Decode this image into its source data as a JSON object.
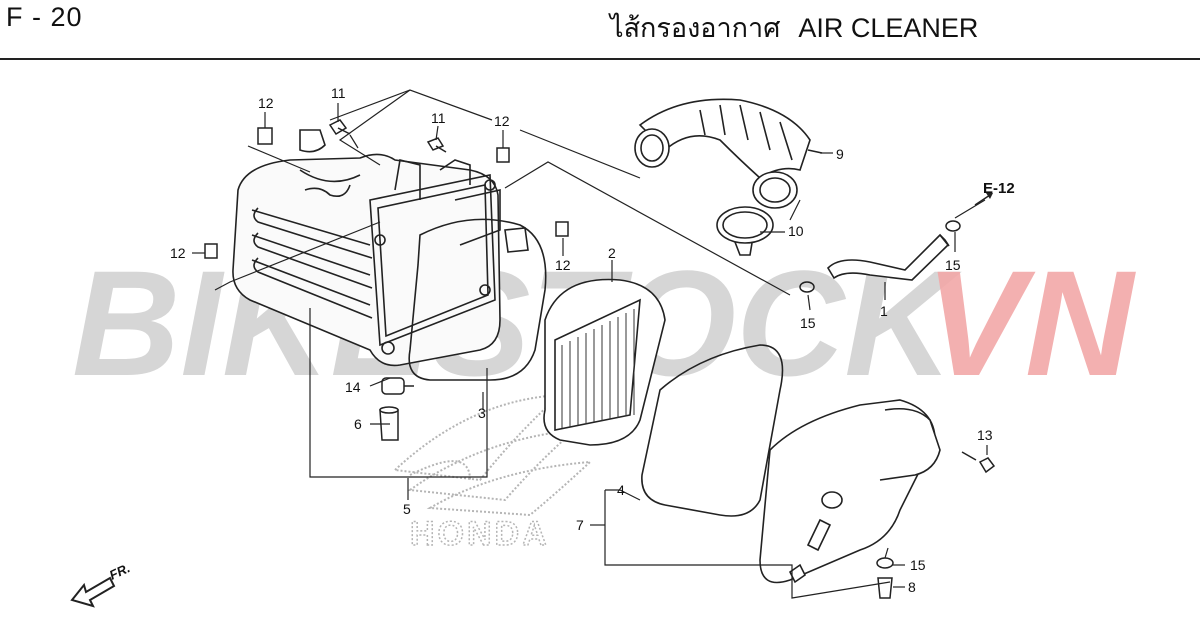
{
  "header": {
    "page_code": "F - 20",
    "title_thai": "ไส้กรองอากาศ",
    "title_en": "AIR CLEANER"
  },
  "watermark": {
    "brand": "BIKESTOCK",
    "suffix": "VN",
    "brand_color": "#c8c8c8",
    "suffix_color": "#f2a8a8"
  },
  "logo": {
    "text": "HONDA"
  },
  "direction": {
    "label": "FR."
  },
  "reference": {
    "label": "E-12"
  },
  "callouts": {
    "c1": "1",
    "c2": "2",
    "c3": "3",
    "c4": "4",
    "c5": "5",
    "c6": "6",
    "c7": "7",
    "c8": "8",
    "c9": "9",
    "c10": "10",
    "c11a": "11",
    "c11b": "11",
    "c12a": "12",
    "c12b": "12",
    "c12c": "12",
    "c12d": "12",
    "c13": "13",
    "c14": "14",
    "c15a": "15",
    "c15b": "15",
    "c15c": "15"
  }
}
